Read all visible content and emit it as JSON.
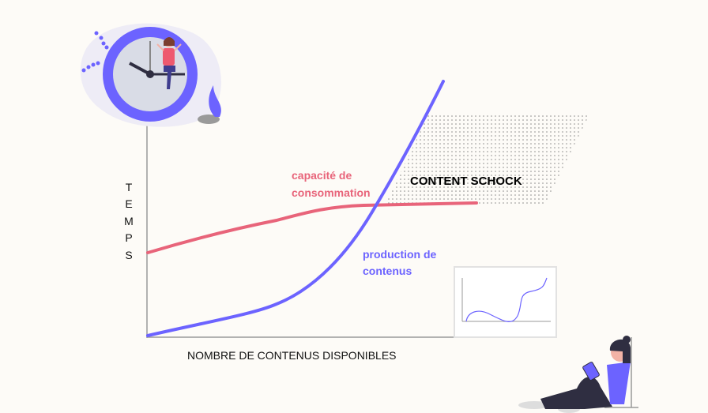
{
  "diagram": {
    "y_axis_label": [
      "T",
      "E",
      "M",
      "P",
      "S"
    ],
    "x_axis_label": "NOMBRE DE CONTENUS DISPONIBLES",
    "series": [
      {
        "name_line1": "capacité de",
        "name_line2": "consommation",
        "color": "#e8647a"
      },
      {
        "name_line1": "production de",
        "name_line2": "contenus",
        "color": "#6c63ff"
      }
    ],
    "annotation": "CONTENT SCHOCK"
  },
  "colors": {
    "background": "#fdfbf7",
    "accent_blue": "#6c63ff",
    "accent_red": "#e8647a"
  }
}
